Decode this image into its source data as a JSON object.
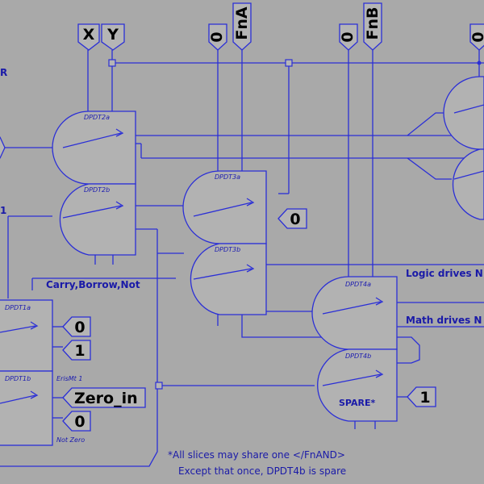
{
  "ports": {
    "x": "X",
    "y": "Y",
    "zero_top_1": "0",
    "fna": "FnA",
    "zero_top_2": "0",
    "fnb": "FnB",
    "zero_top_3": "0",
    "zero_mid": "0",
    "zero_left_1": "0",
    "one_left": "1",
    "zero_in": "Zero_in",
    "zero_left_2": "0",
    "one_right": "1"
  },
  "relays": {
    "r1": "DPDT2a",
    "r2": "DPDT2b",
    "r3": "DPDT3a",
    "r4": "DPDT3b",
    "r5": "DPDT1a",
    "r6": "DPDT1b",
    "r7": "DPDT4a",
    "r8": "DPDT4b"
  },
  "labels": {
    "left_r": "R",
    "carry": "Carry,Borrow,Not",
    "logic": "Logic drives N",
    "math": "Math drives N",
    "spare": "SPARE*",
    "ericmt": "ErisMt 1",
    "notzero": "Not Zero"
  },
  "notes": {
    "line1": "*All slices may share one </FnAND>",
    "line2": "Except that once, DPDT4b is spare"
  },
  "colors": {
    "background": "#a9a9a9",
    "wire": "#2b2fd6",
    "text": "#1a1aa8"
  }
}
